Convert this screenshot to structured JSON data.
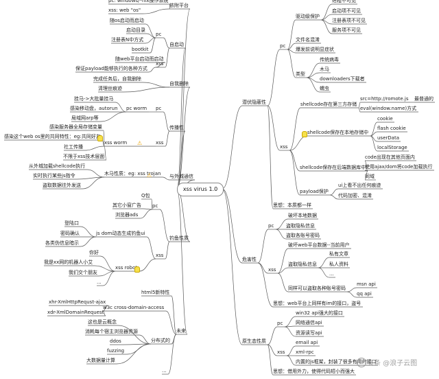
{
  "center": "xss virus 1.0",
  "left": [
    {
      "label": "依附平台",
      "children": [
        {
          "label": "pc: windows/*nix操作系统"
        },
        {
          "label": "xss: web \"os\""
        }
      ]
    },
    {
      "label": "自启动",
      "children": [
        {
          "label": "pc",
          "children": [
            {
              "label": "随os启动而启动"
            },
            {
              "label": "启动目录"
            },
            {
              "label": "注册表N中方式"
            },
            {
              "label": "bootkit"
            }
          ]
        },
        {
          "label": "xss",
          "children": [
            {
              "label": "随web平台启动而启动"
            },
            {
              "label": "保证payload能够执行的各种方式"
            }
          ]
        }
      ]
    },
    {
      "label": "自我删除",
      "children": [
        {
          "label": "完成任务后，自我删除"
        },
        {
          "label": "清理丝痕迹"
        }
      ]
    },
    {
      "label": "传播性",
      "children": [
        {
          "label": "pc",
          "children": [
            {
              "label": "pc worm",
              "children": [
                {
                  "label": "挂马->大批量挂马"
                },
                {
                  "label": "感染移动盘，autorun"
                },
                {
                  "label": "局域网arp等"
                }
              ]
            }
          ]
        },
        {
          "label": "xss",
          "children": [
            {
              "label": "xss worm",
              "children": [
                {
                  "label": "感染服务器全局存储变量"
                },
                {
                  "label": "感染这个web os里的共同特性：eg:共同好友"
                },
                {
                  "label": "社工传播"
                },
                {
                  "label": "不限于xss技术层面"
                }
              ]
            }
          ]
        }
      ]
    },
    {
      "label": "与外城通信",
      "children": [
        {
          "label": "木马性质：eg: xss trojan",
          "children": [
            {
              "label": "从外城加载shellcode执行"
            },
            {
              "label": "实时执行某些js指令"
            },
            {
              "label": "盗取数据往外发送"
            }
          ]
        }
      ]
    },
    {
      "label": "钓鱼性质",
      "children": [
        {
          "label": "pc",
          "children": [
            {
              "label": "Q包"
            },
            {
              "label": "其它小窗广告"
            },
            {
              "label": "浏览器ads"
            }
          ]
        },
        {
          "label": "xss",
          "children": [
            {
              "label": "js dom动态生成钓鱼ui",
              "children": [
                {
                  "label": "登陆口"
                },
                {
                  "label": "密码确认"
                },
                {
                  "label": "各类伪信息暗示"
                }
              ]
            },
            {
              "label": "xss robot",
              "children": [
                {
                  "label": "你好"
                },
                {
                  "label": "我是xx网的机器人小艾"
                },
                {
                  "label": "我们交个朋友"
                },
                {
                  "label": "..."
                }
              ]
            }
          ]
        }
      ]
    },
    {
      "label": "未来",
      "children": [
        {
          "label": "html5新特性"
        },
        {
          "label": "w3c cross-domain-access",
          "children": [
            {
              "label": "xhr-XmlHttpRequst-ajax"
            },
            {
              "label": "xdr-XmlDomainRequest"
            }
          ]
        },
        {
          "label": "分布式的",
          "children": [
            {
              "label": "这也是云概念"
            },
            {
              "label": "消耗每个宿主浏览器资源"
            },
            {
              "label": "ddos"
            },
            {
              "label": "fuzzing"
            },
            {
              "label": "大数据量计算"
            }
          ]
        },
        {
          "label": "..."
        }
      ]
    }
  ],
  "right": [
    {
      "label": "潜伏隐蔽性",
      "children": [
        {
          "label": "pc",
          "children": [
            {
              "label": "驱动级保护",
              "children": [
                {
                  "label": "进程不可见"
                },
                {
                  "label": "启动项不可见"
                },
                {
                  "label": "注册表项不可见"
                },
                {
                  "label": "服务项不可见"
                }
              ]
            },
            {
              "label": "文件名混淆"
            },
            {
              "label": "爆发前说明显症状"
            },
            {
              "label": "类型",
              "children": [
                {
                  "label": "传统病毒"
                },
                {
                  "label": "木马"
                },
                {
                  "label": "downloaders下载者"
                },
                {
                  "label": "蠕虫"
                }
              ]
            }
          ]
        },
        {
          "label": "xss",
          "children": [
            {
              "label": "shellcode存在第三方存储",
              "children": [
                {
                  "label": "src=http://romote.js",
                  "children": [
                    {
                      "label": "最普通的"
                    }
                  ]
                },
                {
                  "label": "eval(window.name)方式"
                }
              ]
            },
            {
              "label": "shellcode保存在本地存储中",
              "children": [
                {
                  "label": "cookie"
                },
                {
                  "label": "flash cookie"
                },
                {
                  "label": "userData"
                },
                {
                  "label": "localStorage"
                }
              ]
            },
            {
              "label": "shellcode保存在后端数据库中",
              "children": [
                {
                  "label": "code出现在其他页面内"
                },
                {
                  "label": "使用ajax/dom将code加载执行"
                },
                {
                  "label": "同域"
                }
              ]
            },
            {
              "label": "payload保护",
              "children": [
                {
                  "label": "ui上看不出任何痕迹"
                },
                {
                  "label": "代码加密、混淆"
                }
              ]
            }
          ]
        },
        {
          "label": "思想：本质都一样"
        }
      ]
    },
    {
      "label": "危害性",
      "children": [
        {
          "label": "pc",
          "children": [
            {
              "label": "破坏本地数据"
            },
            {
              "label": "盗取隐私信息"
            },
            {
              "label": "盗取各账号密码"
            }
          ]
        },
        {
          "label": "xss",
          "children": [
            {
              "label": "破坏web平台数据--当前用户"
            },
            {
              "label": "盗取隐私信息",
              "children": [
                {
                  "label": "私有文章"
                },
                {
                  "label": "私人资料"
                },
                {
                  "label": "..."
                }
              ]
            },
            {
              "label": "同样可以盗取各种账号密码",
              "children": [
                {
                  "label": "msn api"
                },
                {
                  "label": "qq api"
                }
              ]
            }
          ]
        },
        {
          "label": "思想：web平台上同样有im的接口，盗号"
        }
      ]
    },
    {
      "label": "原生态性质",
      "children": [
        {
          "label": "pc",
          "children": [
            {
              "label": "win32 api强大的接口"
            },
            {
              "label": "网络通信api"
            },
            {
              "label": "资源读写api"
            }
          ]
        },
        {
          "label": "xss",
          "children": [
            {
              "label": "email api"
            },
            {
              "label": "xml-rpc"
            },
            {
              "label": "内置的js框架，封装了很多有用的接口"
            }
          ]
        },
        {
          "label": "思想：借用外力，使得代码短小而强大"
        }
      ]
    }
  ],
  "watermark": "头条 @浪子云图"
}
